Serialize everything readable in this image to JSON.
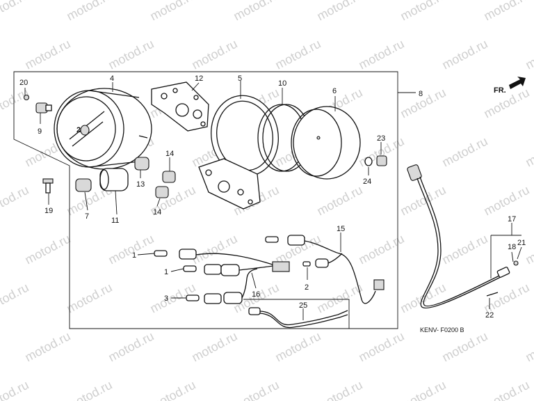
{
  "watermark": "motod.ru",
  "diagram": {
    "part_labels": [
      "1",
      "1",
      "2",
      "3",
      "4",
      "5",
      "6",
      "7",
      "8",
      "9",
      "10",
      "11",
      "12",
      "13",
      "14",
      "14",
      "15",
      "16",
      "17",
      "18",
      "19",
      "20",
      "21",
      "22",
      "23",
      "24",
      "25"
    ],
    "direction_label": "FR.",
    "drawing_code": "KENV-  F0200 B"
  }
}
